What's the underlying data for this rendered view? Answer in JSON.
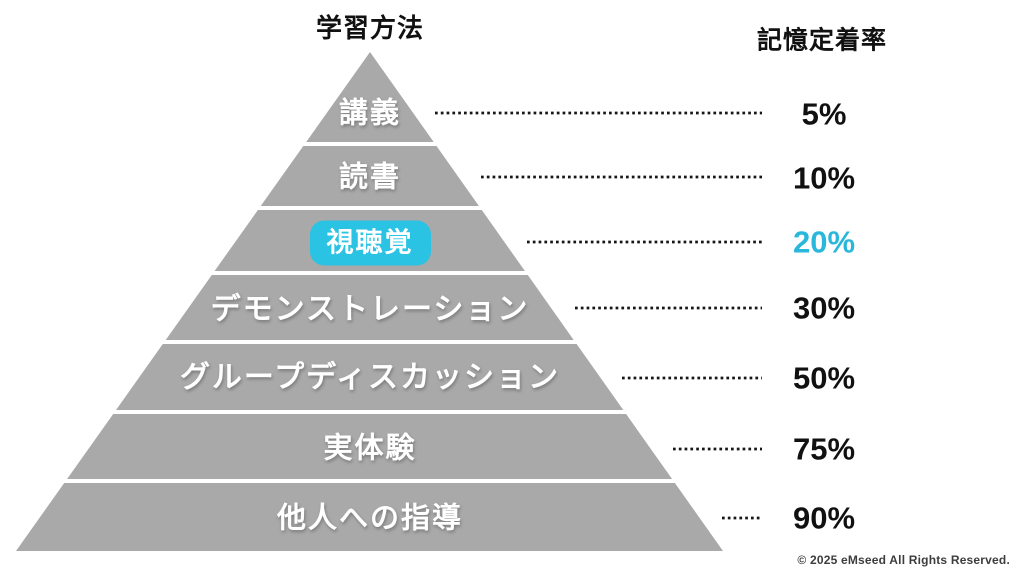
{
  "title": "学習方法",
  "right_header": "記憶定着率",
  "footer": "© 2025 eMseed All Rights Reserved.",
  "colors": {
    "pyramid_gray": "#a9a9a9",
    "accent_cyan": "#2bc3e4",
    "accent_text": "#29b7db",
    "line_black": "#161616"
  },
  "chart_data": {
    "type": "pyramid",
    "title": "学習方法",
    "value_header": "記憶定着率",
    "levels": [
      {
        "label": "講義",
        "rate": "5%",
        "value": 5,
        "highlight": false
      },
      {
        "label": "読書",
        "rate": "10%",
        "value": 10,
        "highlight": false
      },
      {
        "label": "視聴覚",
        "rate": "20%",
        "value": 20,
        "highlight": true
      },
      {
        "label": "デモンストレーション",
        "rate": "30%",
        "value": 30,
        "highlight": false
      },
      {
        "label": "グループディスカッション",
        "rate": "50%",
        "value": 50,
        "highlight": false
      },
      {
        "label": "実体験",
        "rate": "75%",
        "value": 75,
        "highlight": false
      },
      {
        "label": "他人への指導",
        "rate": "90%",
        "value": 90,
        "highlight": false
      }
    ]
  }
}
